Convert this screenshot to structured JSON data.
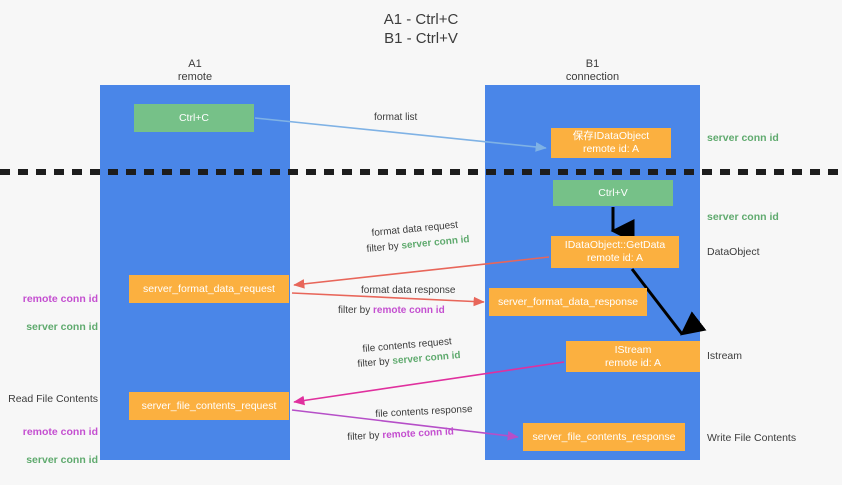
{
  "title": "A1 - Ctrl+C\nB1 - Ctrl+V",
  "colors": {
    "lane": "#4a86e8",
    "node_green": "#76c188",
    "node_orange": "#fbb040",
    "server_conn": "#5faa6e",
    "remote_conn": "#c44fd0",
    "arrow_blue": "#7fb2e5",
    "arrow_red": "#e8665a",
    "arrow_purple": "#b64fc8",
    "arrow_magenta": "#e0309e",
    "arrow_black": "#000000",
    "background": "#f7f7f7"
  },
  "lanes": [
    {
      "id": "a1",
      "title": "A1\nremote"
    },
    {
      "id": "b1",
      "title": "B1\nconnection"
    }
  ],
  "nodes": {
    "ctrl_c": "Ctrl+C",
    "save_idataobject": "保存IDataObject\nremote id: A",
    "ctrl_v": "Ctrl+V",
    "getdata": "IDataObject::GetData\nremote id: A",
    "server_format_data_request": "server_format_data_request",
    "server_format_data_response": "server_format_data_response",
    "istream": "IStream\nremote id: A",
    "server_file_contents_request": "server_file_contents_request",
    "server_file_contents_response": "server_file_contents_response"
  },
  "side_labels": {
    "server_conn_id_top": "server conn id",
    "server_conn_id_mid": "server conn id",
    "dataobject": "DataObject",
    "istream": "Istream",
    "write_file_contents": "Write File Contents",
    "read_file_contents": "Read File Contents",
    "left_conn_remote_1": "remote conn id",
    "left_conn_server_1": "server conn id",
    "left_conn_remote_2": "remote conn id",
    "left_conn_server_2": "server conn id"
  },
  "flows": {
    "format_list": "format list",
    "format_data_request": "format data request",
    "format_data_request_filter_prefix": "filter by ",
    "format_data_request_filter_value": "server conn id",
    "format_data_response": "format data response",
    "format_data_response_filter_prefix": "filter by ",
    "format_data_response_filter_value": "remote conn id",
    "file_contents_request": "file contents request",
    "file_contents_request_filter_prefix": "filter by ",
    "file_contents_request_filter_value": "server conn id",
    "file_contents_response": "file contents response",
    "file_contents_response_filter_prefix": "filter by ",
    "file_contents_response_filter_value": "remote conn id"
  }
}
